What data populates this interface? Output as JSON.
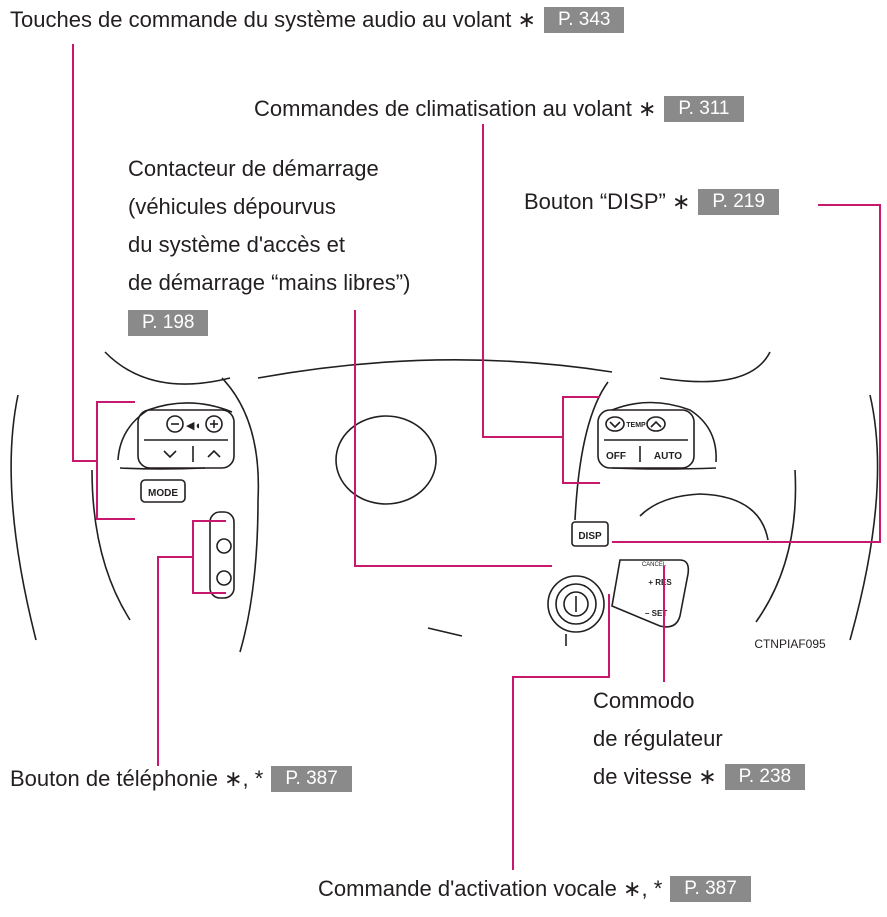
{
  "labels": {
    "audio_switches": {
      "text": "Touches de commande du système audio au volant",
      "mark": "∗",
      "ref": "P. 343"
    },
    "climate_controls": {
      "text": "Commandes de climatisation au volant",
      "mark": "∗",
      "ref": "P. 311"
    },
    "ignition_switch": {
      "lines": [
        "Contacteur de démarrage",
        "(véhicules dépourvus",
        "du système d'accès et",
        "de démarrage “mains libres”)"
      ],
      "ref": "P. 198"
    },
    "disp_button": {
      "text": "Bouton “DISP”",
      "mark": "∗",
      "ref": "P. 219"
    },
    "phone_button": {
      "text": "Bouton de téléphonie",
      "mark": "∗, *",
      "ref": "P. 387"
    },
    "cruise_lever": {
      "lines": [
        "Commodo",
        "de régulateur",
        "de vitesse"
      ],
      "mark": "∗",
      "ref": "P. 238"
    },
    "voice_switch": {
      "text": "Commande d'activation vocale",
      "mark": "∗, *",
      "ref": "P. 387"
    }
  },
  "figure": {
    "code": "CTNPIAF095",
    "buttons": {
      "mode": "MODE",
      "off": "OFF",
      "auto": "AUTO",
      "temp": "TEMP",
      "disp": "DISP",
      "res": "+ RES",
      "set": "− SET",
      "cancel": "CANCEL"
    }
  },
  "colors": {
    "callout": "#c8186e",
    "ref_badge": "#8a8a8a",
    "text": "#231f20"
  }
}
